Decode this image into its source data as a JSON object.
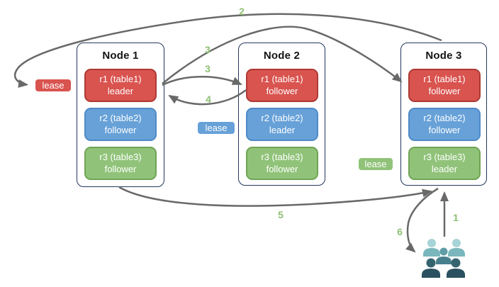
{
  "nodes": [
    {
      "title": "Node 1",
      "replicas": [
        {
          "label": "r1 (table1)",
          "role": "leader",
          "color": "red"
        },
        {
          "label": "r2 (table2)",
          "role": "follower",
          "color": "blue"
        },
        {
          "label": "r3 (table3)",
          "role": "follower",
          "color": "green"
        }
      ]
    },
    {
      "title": "Node 2",
      "replicas": [
        {
          "label": "r1 (table1)",
          "role": "follower",
          "color": "red"
        },
        {
          "label": "r2 (table2)",
          "role": "leader",
          "color": "blue"
        },
        {
          "label": "r3 (table3)",
          "role": "follower",
          "color": "green"
        }
      ]
    },
    {
      "title": "Node 3",
      "replicas": [
        {
          "label": "r1 (table1)",
          "role": "follower",
          "color": "red"
        },
        {
          "label": "r2 (table2)",
          "role": "follower",
          "color": "blue"
        },
        {
          "label": "r3 (table3)",
          "role": "leader",
          "color": "green"
        }
      ]
    }
  ],
  "leases": {
    "table1": "lease",
    "table2": "lease",
    "table3": "lease"
  },
  "arrow_labels": {
    "step1": "1",
    "step2": "2",
    "step3a": "3",
    "step3b": "3",
    "step4": "4",
    "step5": "5",
    "step6": "6"
  },
  "colors": {
    "replica_red": "#d9534f",
    "replica_red_border": "#ac3a35",
    "replica_blue": "#67a1d8",
    "replica_blue_border": "#4f8ac7",
    "replica_green": "#90c379",
    "replica_green_border": "#6fa455",
    "node_border": "#24365c",
    "arrow": "#696969",
    "step_label": "#8ebf72",
    "users_light": "#a7d4d7",
    "users_mid": "#5e9da6",
    "users_dark": "#2a5160"
  }
}
